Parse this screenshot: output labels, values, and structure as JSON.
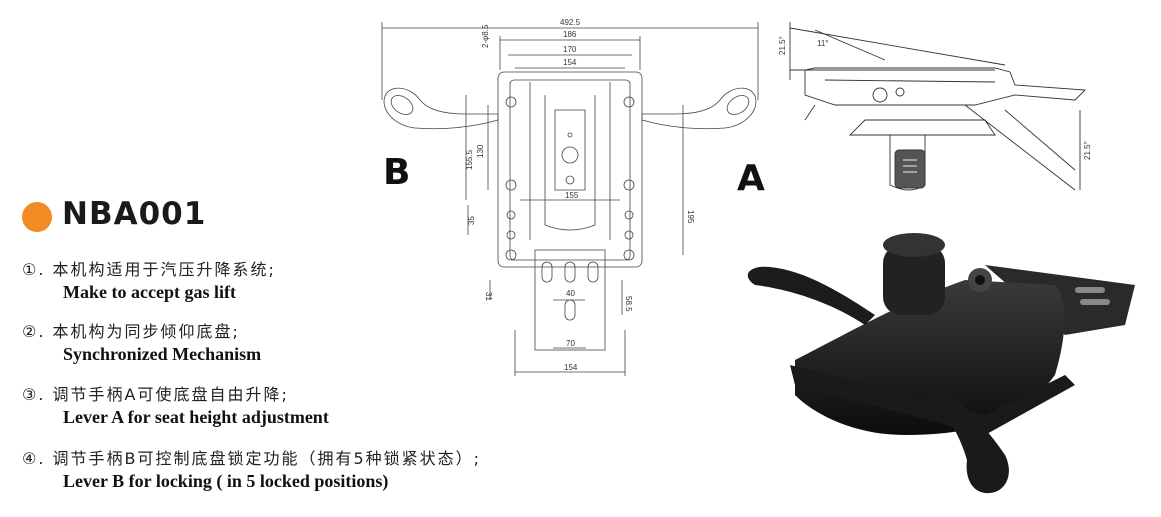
{
  "model": {
    "name": "NBA001",
    "accent": "#f08c23"
  },
  "features": [
    {
      "cn": "①. 本机构适用于汽压升降系统;",
      "en": "Make to accept gas lift"
    },
    {
      "cn": "②. 本机构为同步倾仰底盘;",
      "en": "Synchronized Mechanism"
    },
    {
      "cn": "③. 调节手柄A可使底盘自由升降;",
      "en": "Lever A for seat height adjustment"
    },
    {
      "cn": "④. 调节手柄B可控制底盘锁定功能（拥有5种锁紧状态）;",
      "en": "Lever B for locking ( in 5 locked positions)"
    }
  ],
  "drawing": {
    "lever_b": "B",
    "lever_a": "A",
    "dims": {
      "overall_width": "492.5",
      "top_186": "186",
      "top_170": "170",
      "top_154": "154",
      "hole": "2-φ8.5",
      "height_155_5": "155.5",
      "height_130": "130",
      "mid_155": "155",
      "height_195": "195",
      "left_35": "35",
      "left_31": "31",
      "slot_40": "40",
      "right_58_5": "58.5",
      "bottom_70": "70",
      "bottom_154": "154"
    },
    "side_dims": {
      "angle_top": "21.5°",
      "angle_small": "11°",
      "angle_right": "21.5°"
    }
  }
}
